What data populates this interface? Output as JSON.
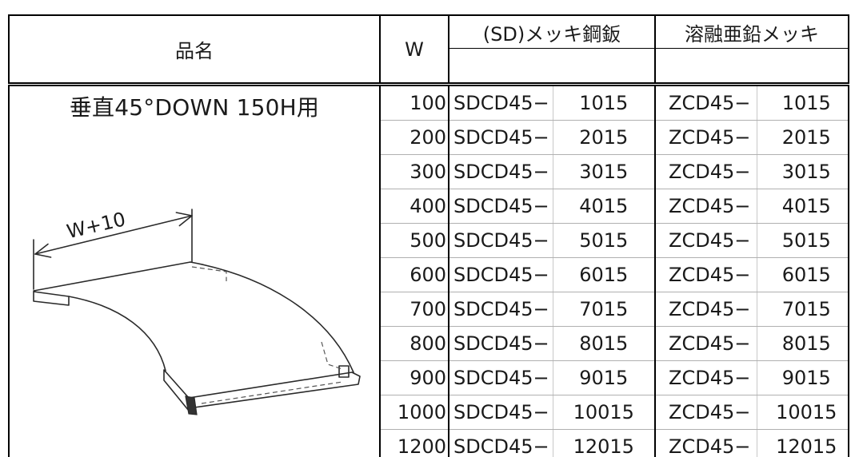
{
  "table": {
    "header": {
      "name_label": "品名",
      "w_label": "W",
      "sd_group_label": "(SD)メッキ鋼鈑",
      "zinc_group_label": "溶融亜鉛メッキ"
    },
    "product_name": "垂直45°DOWN 150H用",
    "drawing": {
      "dimension_label": "W+10"
    },
    "rows": [
      {
        "w": "100",
        "sd_prefix": "SDCD45−",
        "sd_code": "1015",
        "zn_prefix": "ZCD45−",
        "zn_code": "1015"
      },
      {
        "w": "200",
        "sd_prefix": "SDCD45−",
        "sd_code": "2015",
        "zn_prefix": "ZCD45−",
        "zn_code": "2015"
      },
      {
        "w": "300",
        "sd_prefix": "SDCD45−",
        "sd_code": "3015",
        "zn_prefix": "ZCD45−",
        "zn_code": "3015"
      },
      {
        "w": "400",
        "sd_prefix": "SDCD45−",
        "sd_code": "4015",
        "zn_prefix": "ZCD45−",
        "zn_code": "4015"
      },
      {
        "w": "500",
        "sd_prefix": "SDCD45−",
        "sd_code": "5015",
        "zn_prefix": "ZCD45−",
        "zn_code": "5015"
      },
      {
        "w": "600",
        "sd_prefix": "SDCD45−",
        "sd_code": "6015",
        "zn_prefix": "ZCD45−",
        "zn_code": "6015"
      },
      {
        "w": "700",
        "sd_prefix": "SDCD45−",
        "sd_code": "7015",
        "zn_prefix": "ZCD45−",
        "zn_code": "7015"
      },
      {
        "w": "800",
        "sd_prefix": "SDCD45−",
        "sd_code": "8015",
        "zn_prefix": "ZCD45−",
        "zn_code": "8015"
      },
      {
        "w": "900",
        "sd_prefix": "SDCD45−",
        "sd_code": "9015",
        "zn_prefix": "ZCD45−",
        "zn_code": "9015"
      },
      {
        "w": "1000",
        "sd_prefix": "SDCD45−",
        "sd_code": "10015",
        "zn_prefix": "ZCD45−",
        "zn_code": "10015"
      },
      {
        "w": "1200",
        "sd_prefix": "SDCD45−",
        "sd_code": "12015",
        "zn_prefix": "ZCD45−",
        "zn_code": "12015"
      }
    ]
  }
}
